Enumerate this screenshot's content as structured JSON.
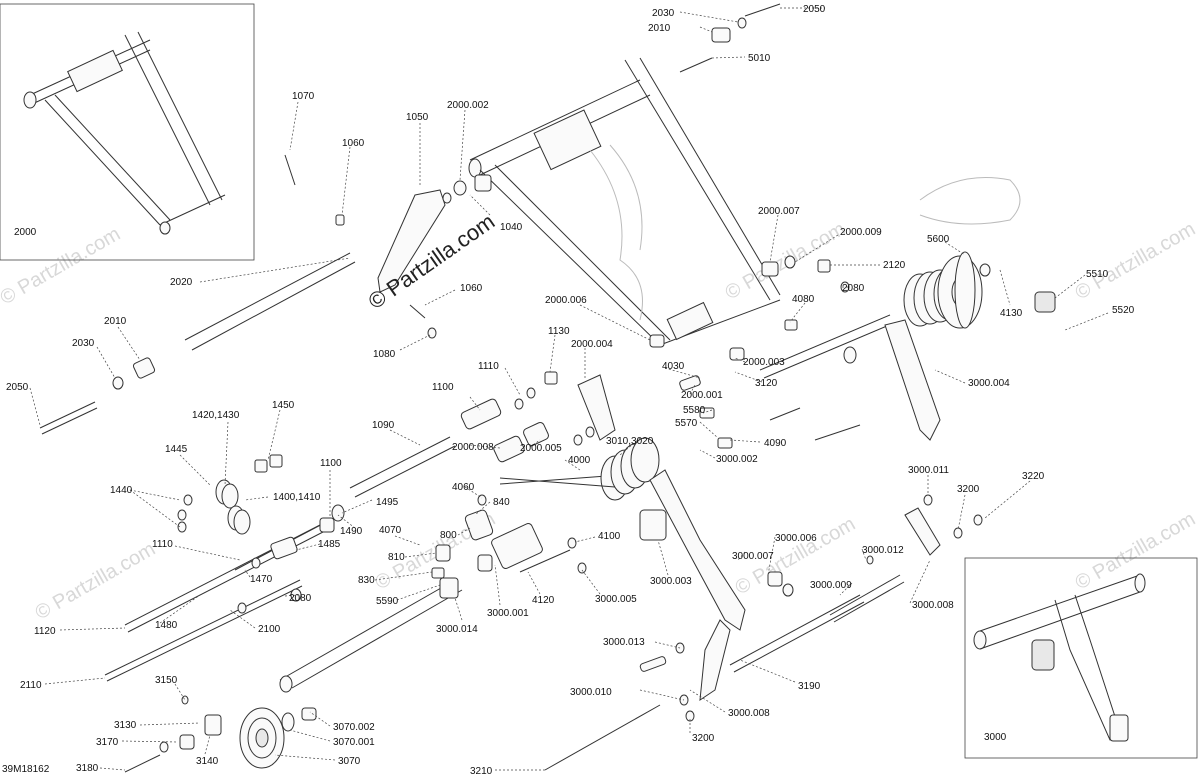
{
  "watermark": {
    "main": "© Partzilla.com",
    "faint": "© Partzilla.com"
  },
  "drawing_number": "39M18162",
  "labels": [
    {
      "id": "2050a",
      "text": "2050"
    },
    {
      "id": "2030a",
      "text": "2030"
    },
    {
      "id": "2010a",
      "text": "2010"
    },
    {
      "id": "5010",
      "text": "5010"
    },
    {
      "id": "1070",
      "text": "1070"
    },
    {
      "id": "1050",
      "text": "1050"
    },
    {
      "id": "1060a",
      "text": "1060"
    },
    {
      "id": "2000002",
      "text": "2000.002"
    },
    {
      "id": "1040",
      "text": "1040"
    },
    {
      "id": "2000",
      "text": "2000"
    },
    {
      "id": "2020",
      "text": "2020"
    },
    {
      "id": "1060b",
      "text": "1060"
    },
    {
      "id": "1080",
      "text": "1080"
    },
    {
      "id": "2010b",
      "text": "2010"
    },
    {
      "id": "2030b",
      "text": "2030"
    },
    {
      "id": "2050b",
      "text": "2050"
    },
    {
      "id": "2000007",
      "text": "2000.007"
    },
    {
      "id": "2000009",
      "text": "2000.009"
    },
    {
      "id": "5600",
      "text": "5600"
    },
    {
      "id": "2120",
      "text": "2120"
    },
    {
      "id": "2080a",
      "text": "2080"
    },
    {
      "id": "4080",
      "text": "4080"
    },
    {
      "id": "5510",
      "text": "5510"
    },
    {
      "id": "4130",
      "text": "4130"
    },
    {
      "id": "5520",
      "text": "5520"
    },
    {
      "id": "2000006",
      "text": "2000.006"
    },
    {
      "id": "1130",
      "text": "1130"
    },
    {
      "id": "2000004",
      "text": "2000.004"
    },
    {
      "id": "4030",
      "text": "4030"
    },
    {
      "id": "2000003",
      "text": "2000.003"
    },
    {
      "id": "3120",
      "text": "3120"
    },
    {
      "id": "1110a",
      "text": "1110"
    },
    {
      "id": "1100a",
      "text": "1100"
    },
    {
      "id": "2000001",
      "text": "2000.001"
    },
    {
      "id": "3000004",
      "text": "3000.004"
    },
    {
      "id": "5580",
      "text": "5580"
    },
    {
      "id": "5570",
      "text": "5570"
    },
    {
      "id": "1420",
      "text": "1420,1430"
    },
    {
      "id": "1450",
      "text": "1450"
    },
    {
      "id": "1090",
      "text": "1090"
    },
    {
      "id": "3010",
      "text": "3010,3020"
    },
    {
      "id": "2000008",
      "text": "2000.008"
    },
    {
      "id": "2000005",
      "text": "2000.005"
    },
    {
      "id": "4090",
      "text": "4090"
    },
    {
      "id": "1445",
      "text": "1445"
    },
    {
      "id": "1100b",
      "text": "1100"
    },
    {
      "id": "4000",
      "text": "4000"
    },
    {
      "id": "3000002",
      "text": "3000.002"
    },
    {
      "id": "1440",
      "text": "1440"
    },
    {
      "id": "1400",
      "text": "1400,1410"
    },
    {
      "id": "1495",
      "text": "1495"
    },
    {
      "id": "4060",
      "text": "4060"
    },
    {
      "id": "840",
      "text": "840"
    },
    {
      "id": "3000011",
      "text": "3000.011"
    },
    {
      "id": "3220",
      "text": "3220"
    },
    {
      "id": "3200a",
      "text": "3200"
    },
    {
      "id": "1490",
      "text": "1490"
    },
    {
      "id": "4070",
      "text": "4070"
    },
    {
      "id": "1110b",
      "text": "1110"
    },
    {
      "id": "1485",
      "text": "1485"
    },
    {
      "id": "800",
      "text": "800"
    },
    {
      "id": "4100",
      "text": "4100"
    },
    {
      "id": "3000006",
      "text": "3000.006"
    },
    {
      "id": "3000007",
      "text": "3000.007"
    },
    {
      "id": "3000012",
      "text": "3000.012"
    },
    {
      "id": "810",
      "text": "810"
    },
    {
      "id": "1470",
      "text": "1470"
    },
    {
      "id": "830",
      "text": "830"
    },
    {
      "id": "3000003",
      "text": "3000.003"
    },
    {
      "id": "3000009",
      "text": "3000.009"
    },
    {
      "id": "2080b",
      "text": "2080"
    },
    {
      "id": "5590",
      "text": "5590"
    },
    {
      "id": "4120",
      "text": "4120"
    },
    {
      "id": "3000005",
      "text": "3000.005"
    },
    {
      "id": "3000008a",
      "text": "3000.008"
    },
    {
      "id": "1480",
      "text": "1480"
    },
    {
      "id": "3000001",
      "text": "3000.001"
    },
    {
      "id": "1120",
      "text": "1120"
    },
    {
      "id": "2100",
      "text": "2100"
    },
    {
      "id": "3000014",
      "text": "3000.014"
    },
    {
      "id": "3000013",
      "text": "3000.013"
    },
    {
      "id": "2110",
      "text": "2110"
    },
    {
      "id": "3190",
      "text": "3190"
    },
    {
      "id": "3150",
      "text": "3150"
    },
    {
      "id": "3000010",
      "text": "3000.010"
    },
    {
      "id": "3130",
      "text": "3130"
    },
    {
      "id": "3070002",
      "text": "3070.002"
    },
    {
      "id": "3000008b",
      "text": "3000.008"
    },
    {
      "id": "3170",
      "text": "3170"
    },
    {
      "id": "3070001",
      "text": "3070.001"
    },
    {
      "id": "3200b",
      "text": "3200"
    },
    {
      "id": "3140",
      "text": "3140"
    },
    {
      "id": "3070",
      "text": "3070"
    },
    {
      "id": "3180",
      "text": "3180"
    },
    {
      "id": "3210",
      "text": "3210"
    },
    {
      "id": "3000",
      "text": "3000"
    }
  ]
}
